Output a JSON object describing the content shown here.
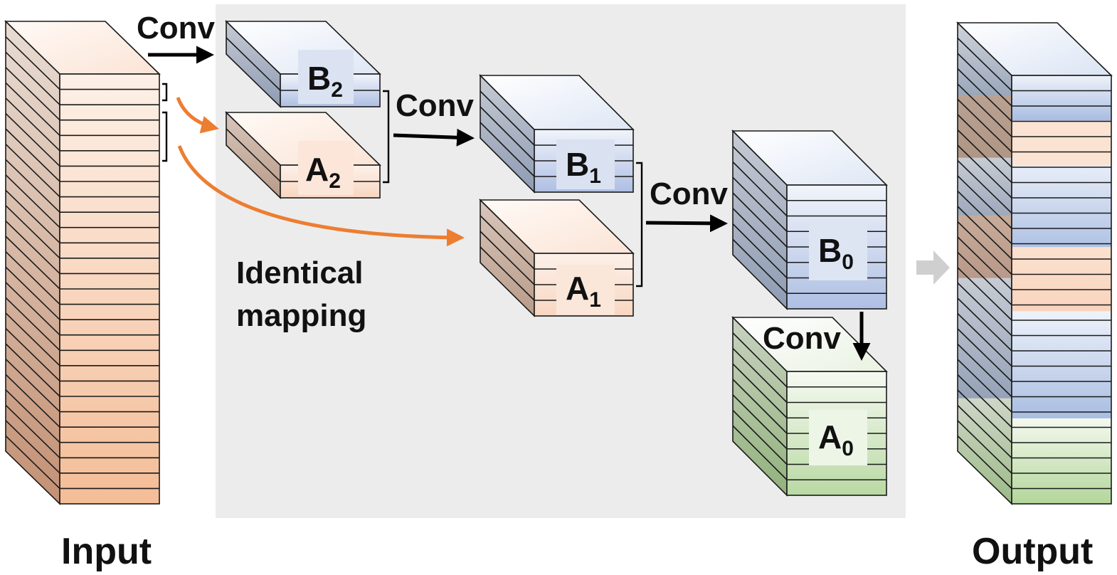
{
  "labels": {
    "input": "Input",
    "output": "Output",
    "conv": "Conv",
    "identical_line1": "Identical",
    "identical_line2": "mapping"
  },
  "blocks": {
    "b2": {
      "letter": "B",
      "sub": "2"
    },
    "a2": {
      "letter": "A",
      "sub": "2"
    },
    "b1": {
      "letter": "B",
      "sub": "1"
    },
    "a1": {
      "letter": "A",
      "sub": "1"
    },
    "b0": {
      "letter": "B",
      "sub": "0"
    },
    "a0": {
      "letter": "A",
      "sub": "0"
    }
  },
  "colors": {
    "panel": "#ececec",
    "orange_arrow": "#ed7d31",
    "black_arrow": "#000000",
    "gray_arrow": "#cfcfcf",
    "peach_light": "#fdf0e7",
    "peach_dark": "#f4bd97",
    "blue_light": "#eef2fa",
    "blue_dark": "#a9bde2",
    "green_light": "#f2f7ee",
    "green_dark": "#a8cf8e",
    "side_peach": "#c39a84",
    "side_blue": "#9ba7bb",
    "side_green": "#a9c09a"
  },
  "icons": [
    "conv-arrow-icon",
    "identical-mapping-arrow-icon",
    "bracket-icon",
    "gray-output-arrow-icon"
  ]
}
